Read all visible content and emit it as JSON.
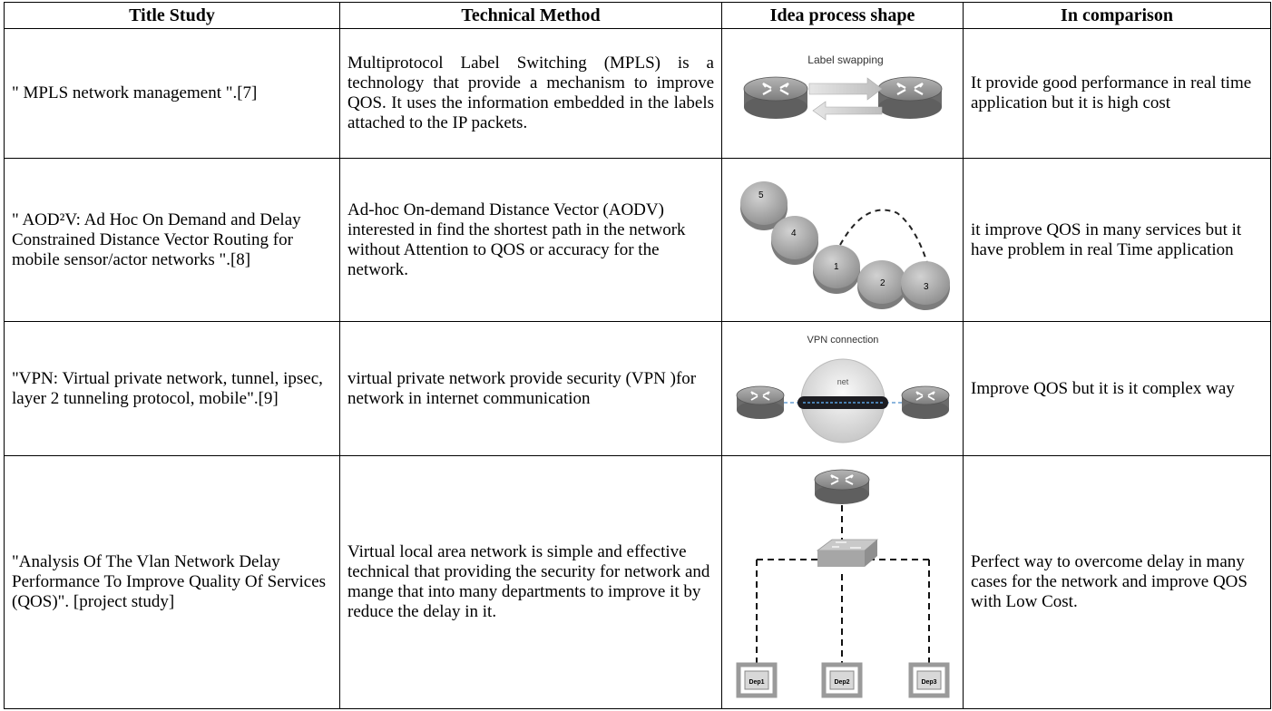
{
  "headers": [
    "Title Study",
    "Technical Method",
    "Idea process shape",
    "In comparison"
  ],
  "rows": [
    {
      "title": "\" MPLS network management \".[7]",
      "method": "Multiprotocol Label Switching (MPLS) is a technology that provide a mechanism to improve QOS. It uses the information embedded in the labels attached to the IP packets.",
      "diagram_label": "Label swapping",
      "comparison": "It provide good performance in real time application but it is  high cost"
    },
    {
      "title": "\" AOD²V: Ad Hoc On Demand and Delay Constrained Distance Vector Routing for mobile sensor/actor networks \".[8]",
      "method": "Ad-hoc On-demand Distance Vector (AODV) interested in find the shortest path in the network without Attention to QOS or accuracy for the network.",
      "diagram_nodes": [
        "5",
        "4",
        "1",
        "2",
        "3"
      ],
      "comparison": "it improve QOS in many services but it have problem in real Time application"
    },
    {
      "title": "\"VPN: Virtual private network, tunnel, ipsec, layer 2 tunneling protocol, mobile\".[9]",
      "method": "virtual private network provide security (VPN )for network in internet communication",
      "diagram_label": "VPN connection",
      "diagram_sublabel": "net",
      "comparison": "Improve QOS but it is it complex way"
    },
    {
      "title": "\"Analysis Of The Vlan Network Delay Performance To Improve Quality Of Services (QOS)\". [project study]",
      "method": "Virtual local area network is simple and effective technical that providing the security for network and mange that into many departments to improve it by reduce the delay in it.",
      "diagram_depts": [
        "Dep1",
        "Dep2",
        "Dep3"
      ],
      "comparison": "Perfect way to overcome delay in many cases for the network and improve QOS with Low Cost."
    }
  ]
}
